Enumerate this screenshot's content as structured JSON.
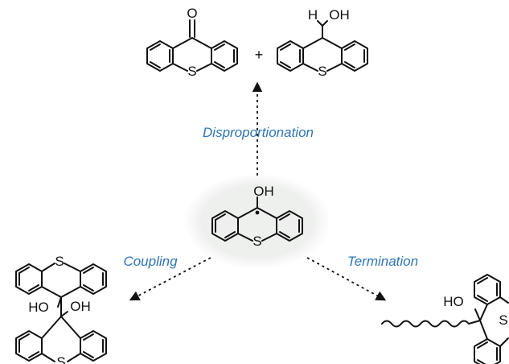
{
  "colors": {
    "label": "#2e75b6",
    "bond": "#111111",
    "glow": "#e9ece9"
  },
  "atoms": {
    "S": "S",
    "O": "O",
    "H": "H",
    "OH": "OH",
    "HO": "HO"
  },
  "plus_sign": "+",
  "labels": {
    "disproportionation": "Disproportionation",
    "coupling": "Coupling",
    "termination": "Termination"
  }
}
